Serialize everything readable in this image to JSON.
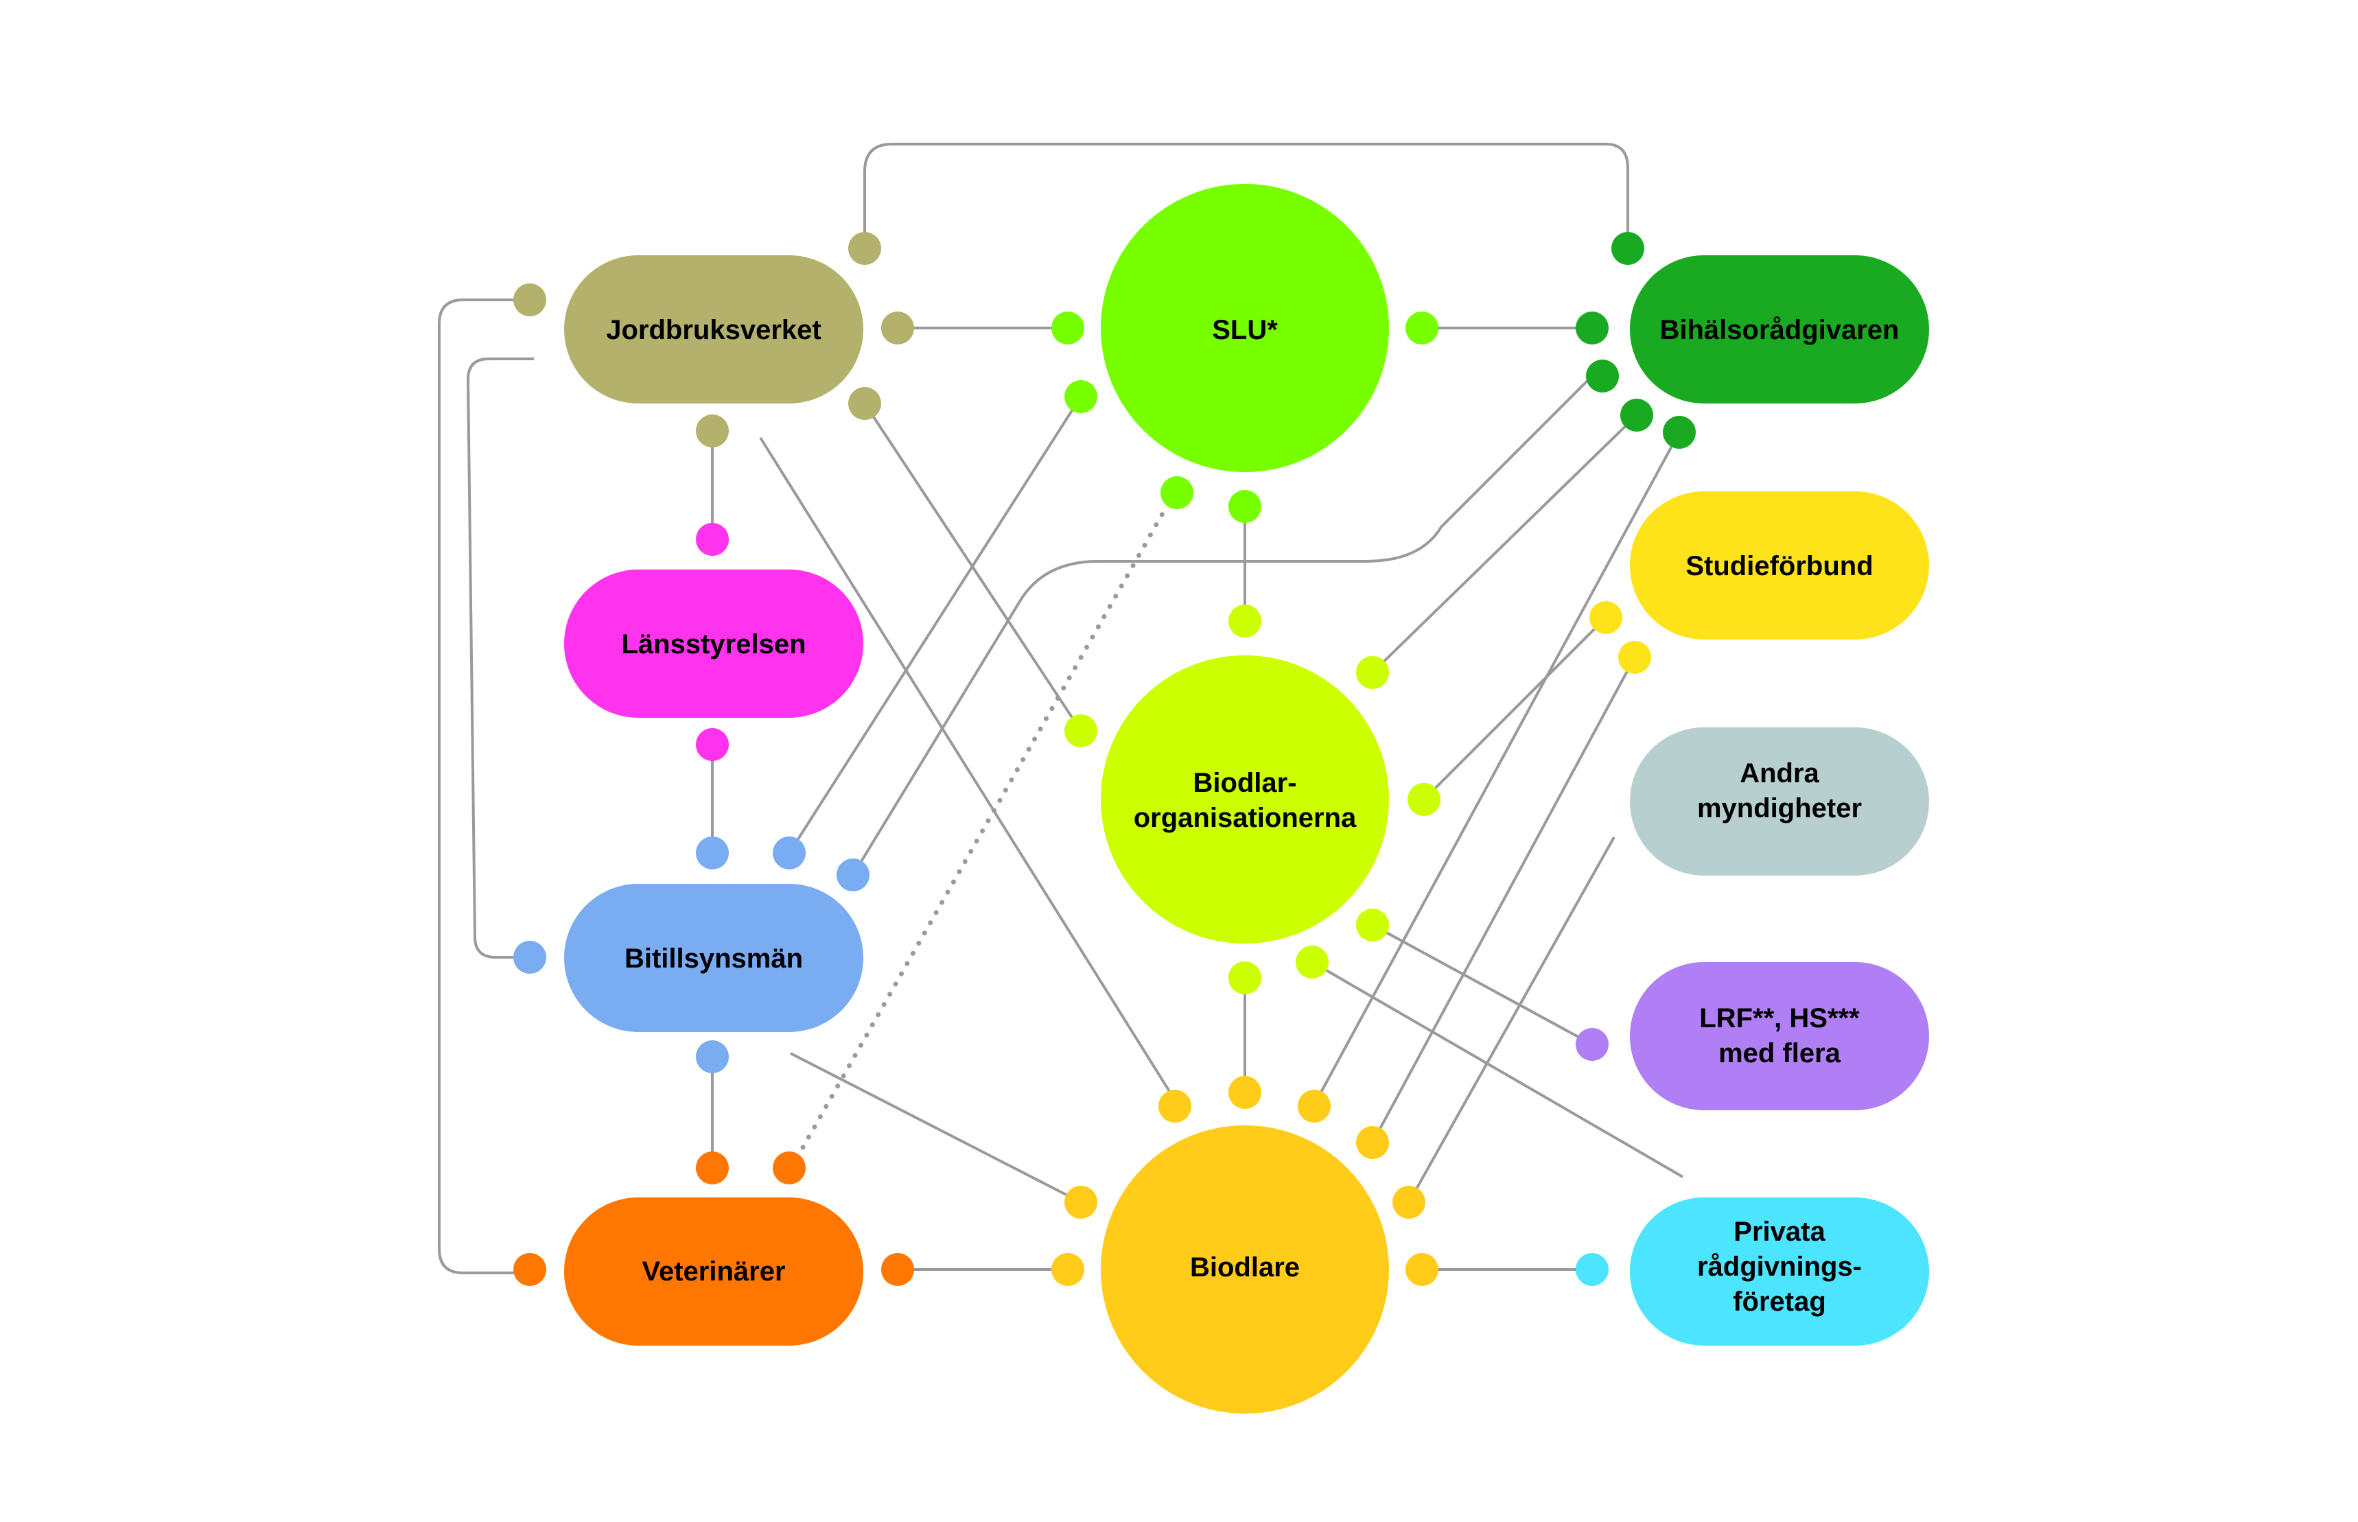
{
  "nodes": [
    {
      "id": "jordbruksverket",
      "label": [
        "Jordbruksverket"
      ],
      "color": "#b3b16b"
    },
    {
      "id": "lansstyrelsen",
      "label": [
        "Länsstyrelsen"
      ],
      "color": "#ff33ee"
    },
    {
      "id": "bitillsynsman",
      "label": [
        "Bitillsynsmän"
      ],
      "color": "#7aacf2"
    },
    {
      "id": "veterinarer",
      "label": [
        "Veterinärer"
      ],
      "color": "#ff7700"
    },
    {
      "id": "slu",
      "label": [
        "SLU*"
      ],
      "color": "#77ff00"
    },
    {
      "id": "biodlarorganisationerna",
      "label": [
        "Biodlar-",
        "organisationerna"
      ],
      "color": "#ccff00"
    },
    {
      "id": "biodlare",
      "label": [
        "Biodlare"
      ],
      "color": "#ffcc1a"
    },
    {
      "id": "bihalsoradgivaren",
      "label": [
        "Bihälsorådgivaren"
      ],
      "color": "#1aaa22"
    },
    {
      "id": "studieforbund",
      "label": [
        "Studieförbund"
      ],
      "color": "#ffe31a"
    },
    {
      "id": "andra-myndigheter",
      "label": [
        "Andra",
        "myndigheter"
      ],
      "color": "#b8cfcf"
    },
    {
      "id": "lrf-hs",
      "label": [
        "LRF**, HS***",
        "med flera"
      ],
      "color": "#b07ff5"
    },
    {
      "id": "privata-radgivningsforetag",
      "label": [
        "Privata",
        "rådgivnings-",
        "företag"
      ],
      "color": "#4de4ff"
    }
  ]
}
